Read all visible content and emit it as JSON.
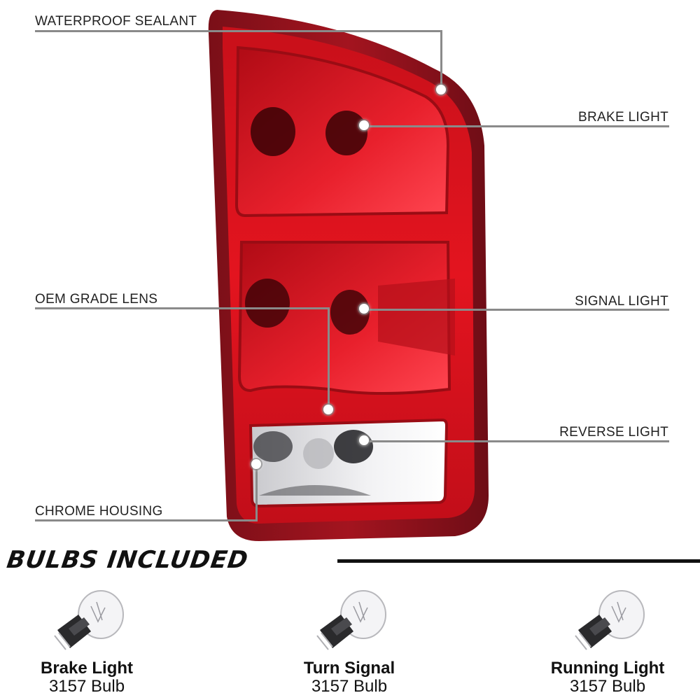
{
  "callouts": {
    "waterproof_sealant": "WATERPROOF SEALANT",
    "brake_light": "BRAKE LIGHT",
    "oem_grade_lens": "OEM GRADE LENS",
    "signal_light": "SIGNAL LIGHT",
    "reverse_light": "REVERSE LIGHT",
    "chrome_housing": "CHROME HOUSING"
  },
  "colors": {
    "lens_red": "#d4101c",
    "housing_dark_red": "#8e1420",
    "reverse_clear": "#e8e8ea",
    "callout_line": "#8a8a8a"
  },
  "section": {
    "heading": "BULBS INCLUDED"
  },
  "bulbs": [
    {
      "name": "Brake Light",
      "type": "3157 Bulb",
      "icon": "bulb-3157-icon"
    },
    {
      "name": "Turn Signal",
      "type": "3157 Bulb",
      "icon": "bulb-3157-icon"
    },
    {
      "name": "Running Light",
      "type": "3157 Bulb",
      "icon": "bulb-3157-icon"
    }
  ]
}
